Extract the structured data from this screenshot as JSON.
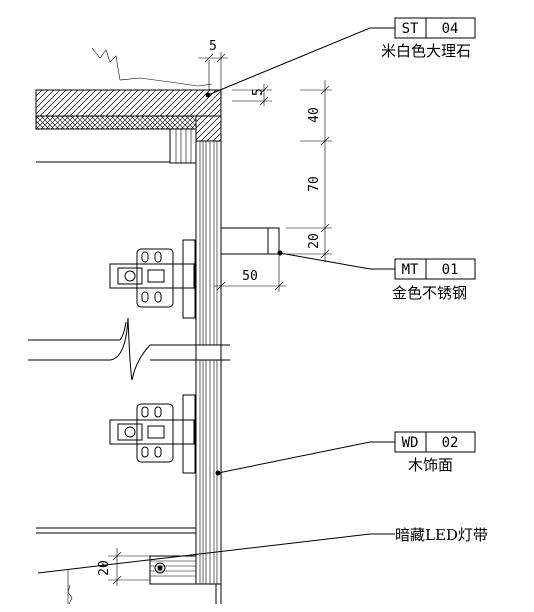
{
  "tags": {
    "st": {
      "code": "ST",
      "num": "04",
      "desc": "米白色大理石"
    },
    "mt": {
      "code": "MT",
      "num": "01",
      "desc": "金色不锈钢"
    },
    "wd": {
      "code": "WD",
      "num": "02",
      "desc": "木饰面"
    },
    "led": {
      "desc": "暗藏LED灯带"
    }
  },
  "dims": {
    "top_gap": "5",
    "small": "5",
    "d40": "40",
    "d70": "70",
    "d20_right": "20",
    "d50": "50",
    "d20_bottom": "20"
  }
}
